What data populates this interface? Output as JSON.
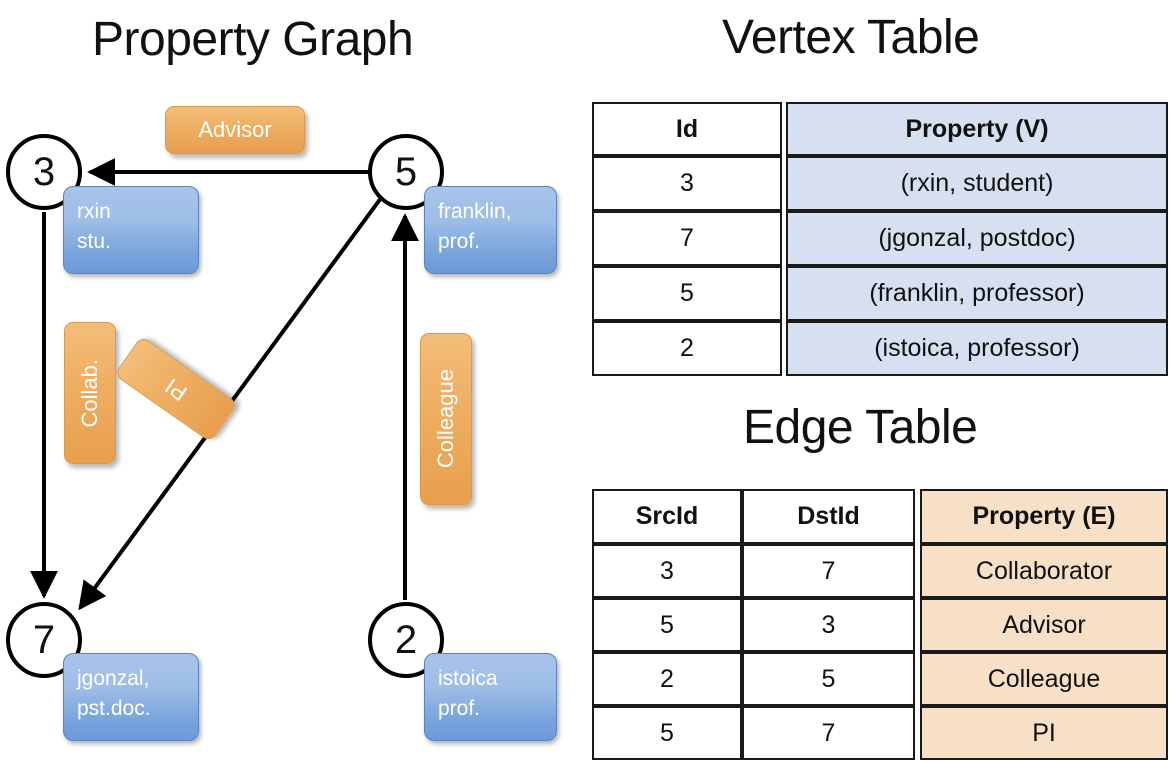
{
  "titles": {
    "graph": "Property Graph",
    "vertex_table": "Vertex Table",
    "edge_table": "Edge Table"
  },
  "graph": {
    "nodes": [
      {
        "id": "3",
        "property_line1": "rxin",
        "property_line2": "stu."
      },
      {
        "id": "5",
        "property_line1": "franklin,",
        "property_line2": "prof."
      },
      {
        "id": "7",
        "property_line1": "jgonzal,",
        "property_line2": "pst.doc."
      },
      {
        "id": "2",
        "property_line1": "istoica",
        "property_line2": "prof."
      }
    ],
    "edge_labels": [
      {
        "text": "Advisor",
        "orientation": "horizontal"
      },
      {
        "text": "Collab.",
        "orientation": "vertical"
      },
      {
        "text": "PI",
        "orientation": "tilted"
      },
      {
        "text": "Colleague",
        "orientation": "vertical"
      }
    ],
    "edges": [
      {
        "src": "5",
        "dst": "3",
        "label": "Advisor"
      },
      {
        "src": "3",
        "dst": "7",
        "label": "Collab."
      },
      {
        "src": "5",
        "dst": "7",
        "label": "PI"
      },
      {
        "src": "2",
        "dst": "5",
        "label": "Colleague"
      }
    ]
  },
  "vertex_table": {
    "columns": [
      "Id",
      "Property (V)"
    ],
    "rows": [
      {
        "id": "3",
        "property": "(rxin, student)"
      },
      {
        "id": "7",
        "property": "(jgonzal, postdoc)"
      },
      {
        "id": "5",
        "property": "(franklin, professor)"
      },
      {
        "id": "2",
        "property": "(istoica, professor)"
      }
    ]
  },
  "edge_table": {
    "columns": [
      "SrcId",
      "DstId",
      "Property (E)"
    ],
    "rows": [
      {
        "src": "3",
        "dst": "7",
        "property": "Collaborator"
      },
      {
        "src": "5",
        "dst": "3",
        "property": "Advisor"
      },
      {
        "src": "2",
        "dst": "5",
        "property": "Colleague"
      },
      {
        "src": "5",
        "dst": "7",
        "property": "PI"
      }
    ]
  },
  "colors": {
    "vertex_property_fill": "#d6e0f0",
    "edge_property_fill": "#f7e0c6",
    "node_box_blue": "#7aa5dc",
    "edge_label_orange": "#eeae62",
    "stroke": "#000000"
  }
}
